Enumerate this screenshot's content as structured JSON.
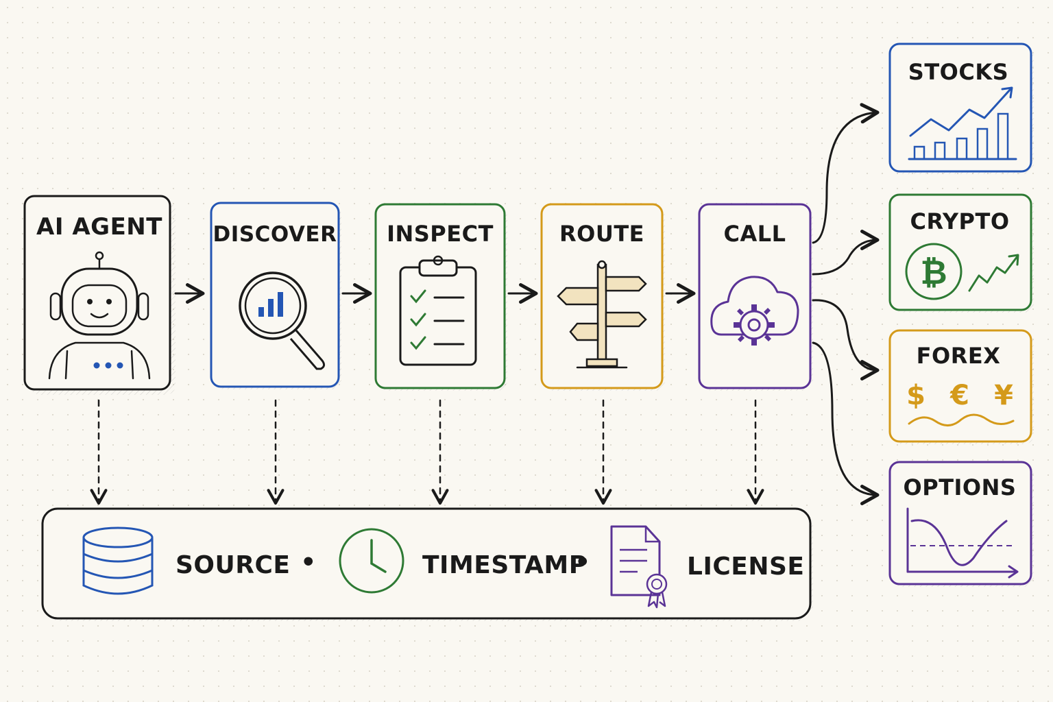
{
  "colors": {
    "black": "#1a1a1a",
    "blue": "#2456b4",
    "green": "#2e7a34",
    "amber": "#d49a1a",
    "purple": "#5a3396"
  },
  "pipeline": [
    {
      "id": "agent",
      "label": "AI AGENT",
      "icon": "robot-icon"
    },
    {
      "id": "discover",
      "label": "DISCOVER",
      "icon": "magnifier-chart-icon"
    },
    {
      "id": "inspect",
      "label": "INSPECT",
      "icon": "clipboard-checklist-icon"
    },
    {
      "id": "route",
      "label": "ROUTE",
      "icon": "signpost-icon"
    },
    {
      "id": "call",
      "label": "CALL",
      "icon": "cloud-gear-icon"
    }
  ],
  "markets": [
    {
      "id": "stocks",
      "label": "STOCKS",
      "icon": "stock-chart-icon"
    },
    {
      "id": "crypto",
      "label": "CRYPTO",
      "icon": "bitcoin-icon"
    },
    {
      "id": "forex",
      "label": "FOREX",
      "icon": "currency-icon",
      "symbols": [
        "$",
        "€",
        "¥"
      ]
    },
    {
      "id": "options",
      "label": "OPTIONS",
      "icon": "options-curve-icon"
    }
  ],
  "metadata": {
    "source": "SOURCE",
    "timestamp": "TIMESTAMP",
    "license": "LICENSE",
    "separator": "•"
  }
}
